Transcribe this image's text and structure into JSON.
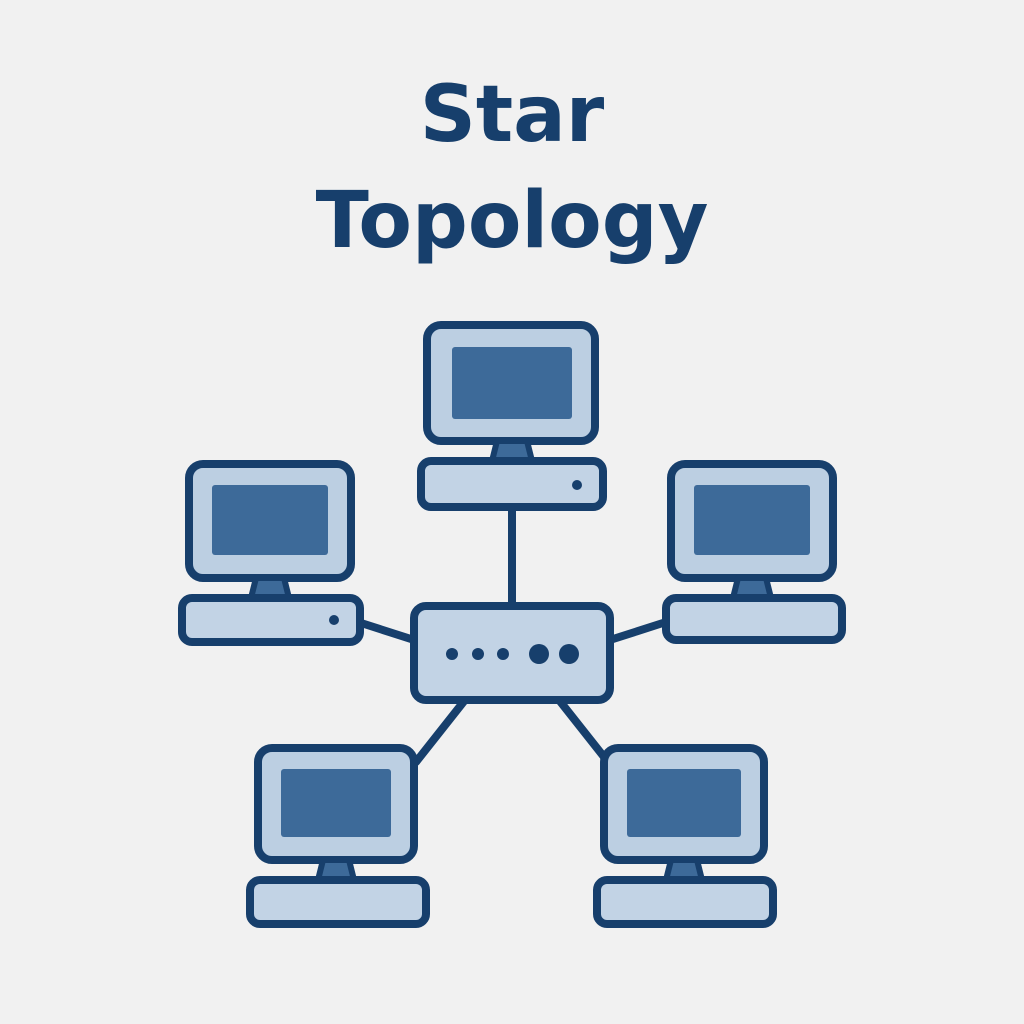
{
  "title": {
    "line1": "Star",
    "line2": "Topology"
  },
  "diagram": {
    "type": "star-network",
    "hub": {
      "name": "central-hub",
      "icon": "network-hub-icon",
      "indicator_dots": 5
    },
    "nodes": [
      {
        "name": "computer-top",
        "icon": "desktop-computer-icon"
      },
      {
        "name": "computer-left",
        "icon": "desktop-computer-icon"
      },
      {
        "name": "computer-right",
        "icon": "desktop-computer-icon"
      },
      {
        "name": "computer-bottom-left",
        "icon": "desktop-computer-icon"
      },
      {
        "name": "computer-bottom-right",
        "icon": "desktop-computer-icon"
      }
    ]
  },
  "colors": {
    "background": "#f1f1f1",
    "outline": "#173f6c",
    "screen": "#3d6a99",
    "bezel": "#bccfe2",
    "base": "#c2d3e5",
    "title": "#173f6c"
  }
}
